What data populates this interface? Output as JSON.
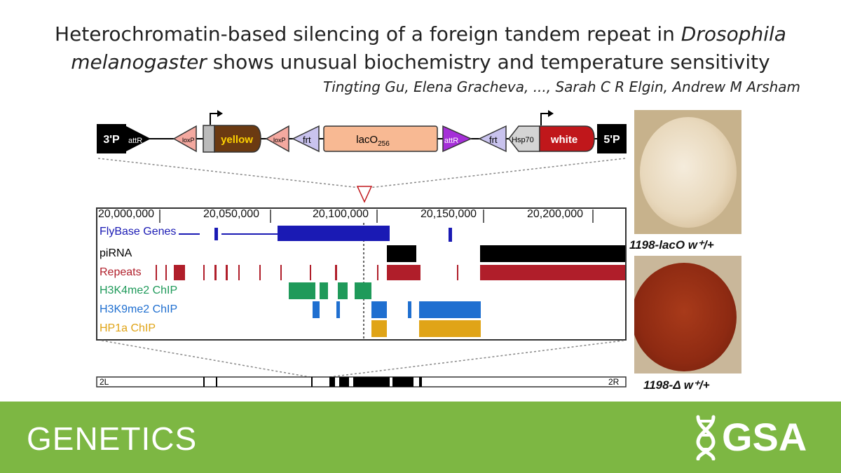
{
  "title": {
    "line1_a": "Heterochromatin-based silencing of a foreign tandem repeat in ",
    "line1_b": "Drosophila",
    "line2_a": "melanogaster",
    "line2_b": " shows unusual biochemistry and temperature sensitivity"
  },
  "authors": "Tingting Gu, Elena Gracheva, ..., Sarah C R Elgin, Andrew M Arsham",
  "construct": {
    "p3": "3'P",
    "attR1": "attR",
    "loxP1": "loxP",
    "yellow": "yellow",
    "loxP2": "loxP",
    "frt1": "frt",
    "laco": "lacO",
    "laco_sub": "256",
    "attR2": "attR",
    "frt2": "frt",
    "hsp70": "Hsp70",
    "white": "white",
    "p5": "5'P"
  },
  "browser": {
    "coords": [
      "20,000,000",
      "20,050,000",
      "20,100,000",
      "20,150,000",
      "20,200,000"
    ],
    "tracks": {
      "flybase": "FlyBase Genes",
      "pirna": "piRNA",
      "repeats": "Repeats",
      "h3k4": "H3K4me2 ChIP",
      "h3k9": "H3K9me2 ChIP",
      "hp1a": "HP1a ChIP"
    },
    "colors": {
      "flybase": "#1a1ab4",
      "pirna": "#000000",
      "repeats": "#b01e2a",
      "h3k4": "#1f9a5a",
      "h3k9": "#1f6fd0",
      "hp1a": "#e0a417"
    }
  },
  "chromosome": {
    "left": "2L",
    "right": "2R"
  },
  "eyes": {
    "top_caption": "1198-lacO w⁺/+",
    "bottom_caption": "1198-Δ w⁺/+"
  },
  "footer": {
    "journal": "GENETICS",
    "society": "GSA"
  }
}
